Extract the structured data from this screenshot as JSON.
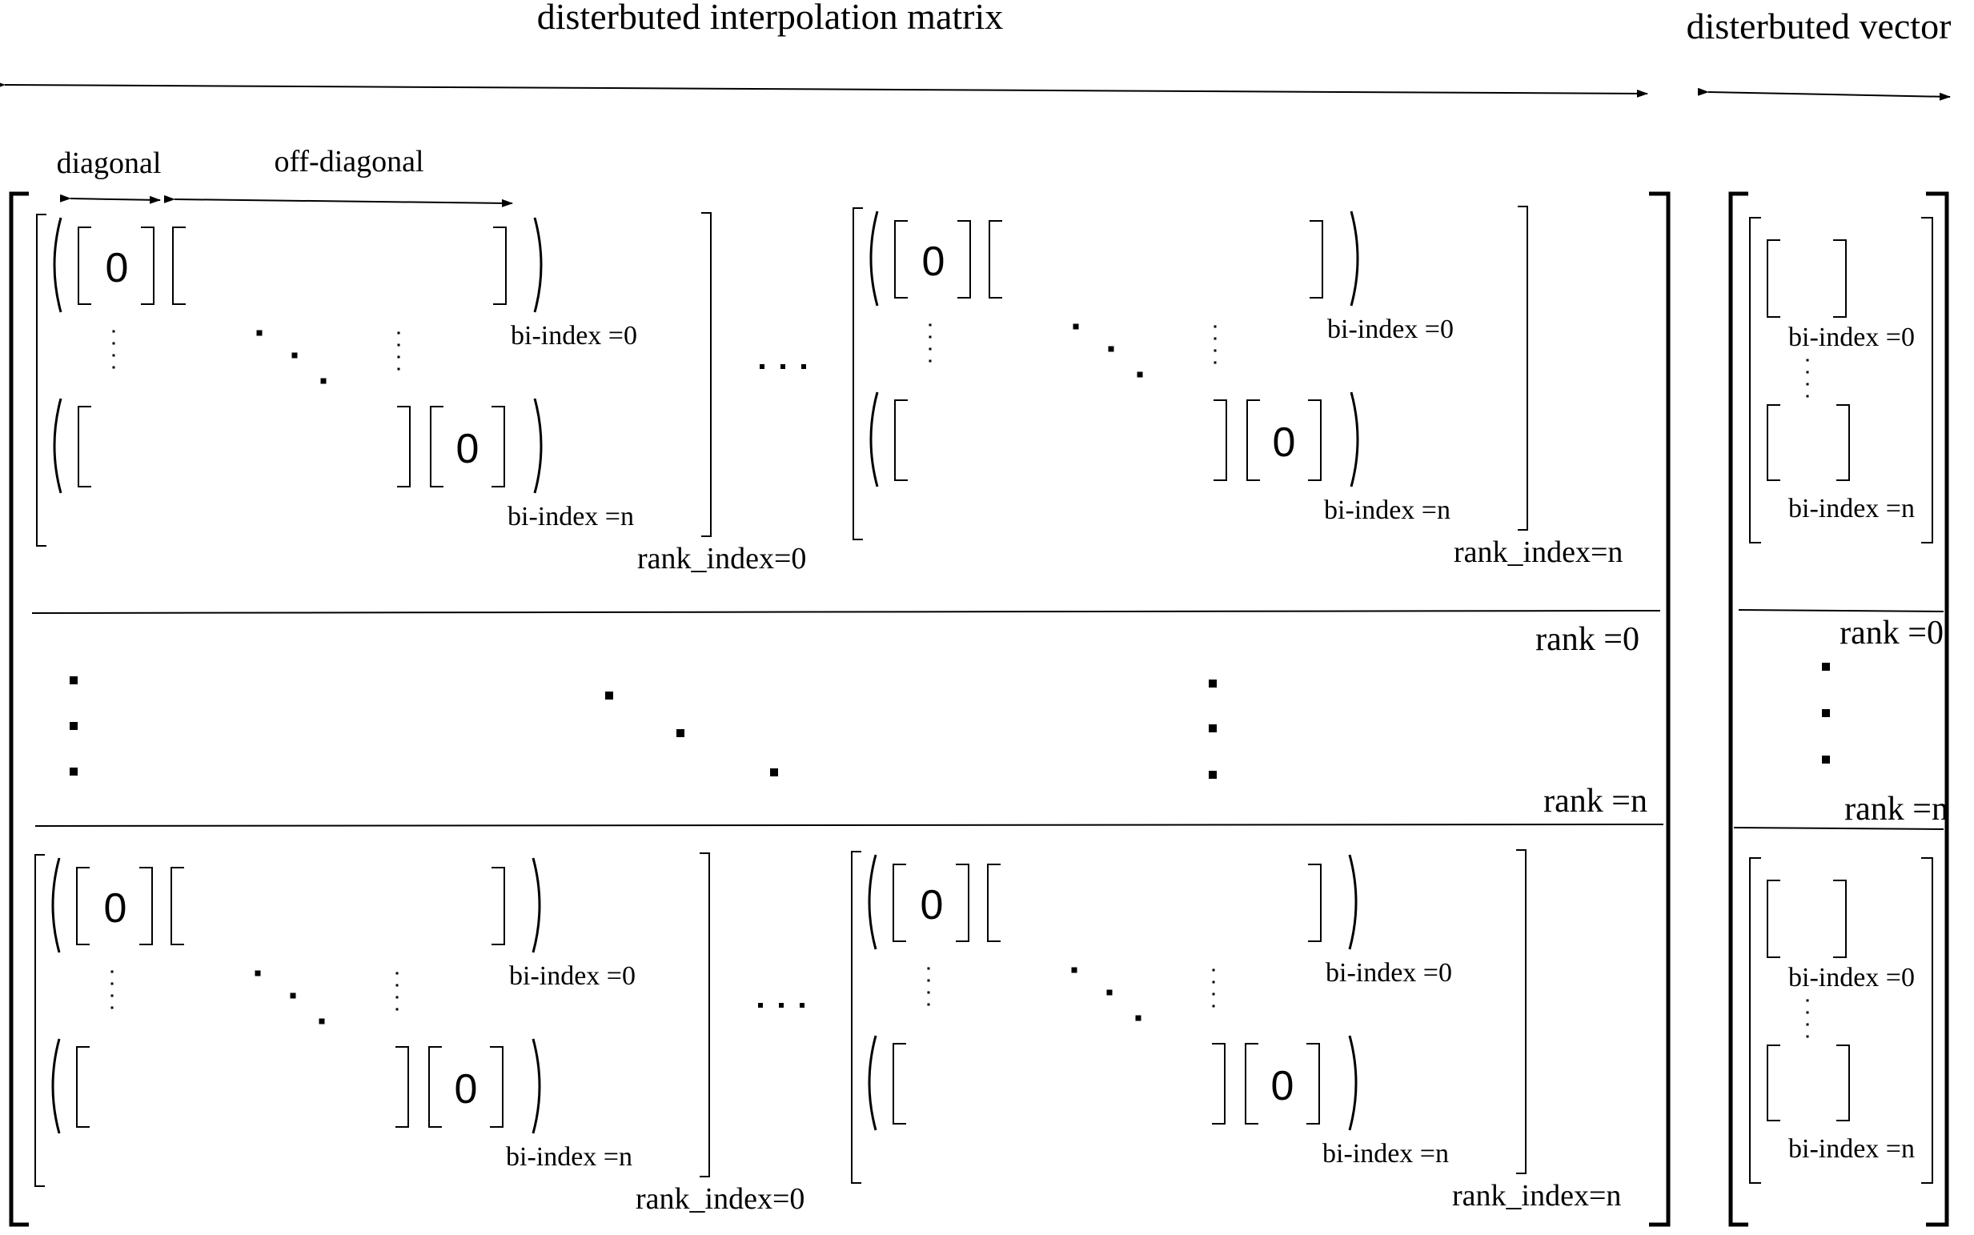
{
  "title_matrix": "disterbuted interpolation matrix",
  "title_vector": "disterbuted vector",
  "label_diagonal": "diagonal",
  "label_offdiagonal": "off-diagonal",
  "zero": "0",
  "bi_index_0": "bi-index =0",
  "bi_index_n": "bi-index =n",
  "rank_index_0": "rank_index=0",
  "rank_index_n": "rank_index=n",
  "rank_0": "rank =0",
  "rank_n": "rank =n"
}
